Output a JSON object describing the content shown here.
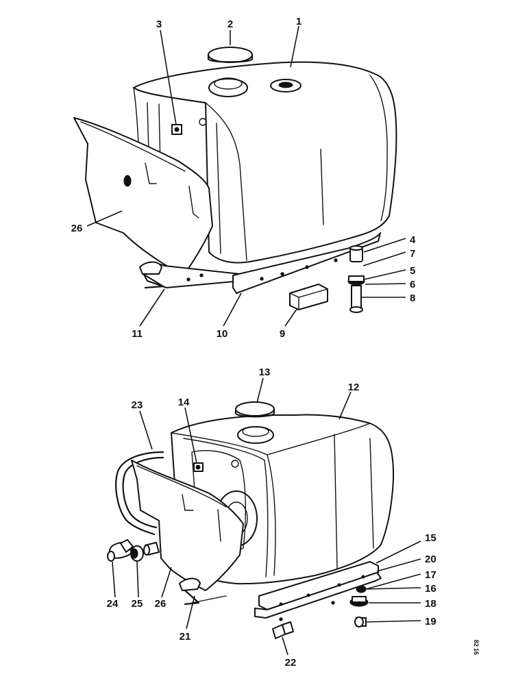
{
  "figure": {
    "side_ref": [
      "82",
      "16"
    ],
    "labels": [
      {
        "id": "1",
        "text": "1"
      },
      {
        "id": "2",
        "text": "2"
      },
      {
        "id": "3",
        "text": "3"
      },
      {
        "id": "4",
        "text": "4"
      },
      {
        "id": "5",
        "text": "5"
      },
      {
        "id": "6",
        "text": "6"
      },
      {
        "id": "7",
        "text": "7"
      },
      {
        "id": "8",
        "text": "8"
      },
      {
        "id": "9",
        "text": "9"
      },
      {
        "id": "10",
        "text": "10"
      },
      {
        "id": "11",
        "text": "11"
      },
      {
        "id": "12",
        "text": "12"
      },
      {
        "id": "13",
        "text": "13"
      },
      {
        "id": "14",
        "text": "14"
      },
      {
        "id": "15",
        "text": "15"
      },
      {
        "id": "16",
        "text": "16"
      },
      {
        "id": "17",
        "text": "17"
      },
      {
        "id": "18",
        "text": "18"
      },
      {
        "id": "19",
        "text": "19"
      },
      {
        "id": "20",
        "text": "20"
      },
      {
        "id": "21",
        "text": "21"
      },
      {
        "id": "22",
        "text": "22"
      },
      {
        "id": "23",
        "text": "23"
      },
      {
        "id": "24",
        "text": "24"
      },
      {
        "id": "25",
        "text": "25"
      },
      {
        "id": "26a",
        "text": "26"
      },
      {
        "id": "26b",
        "text": "26"
      }
    ]
  }
}
